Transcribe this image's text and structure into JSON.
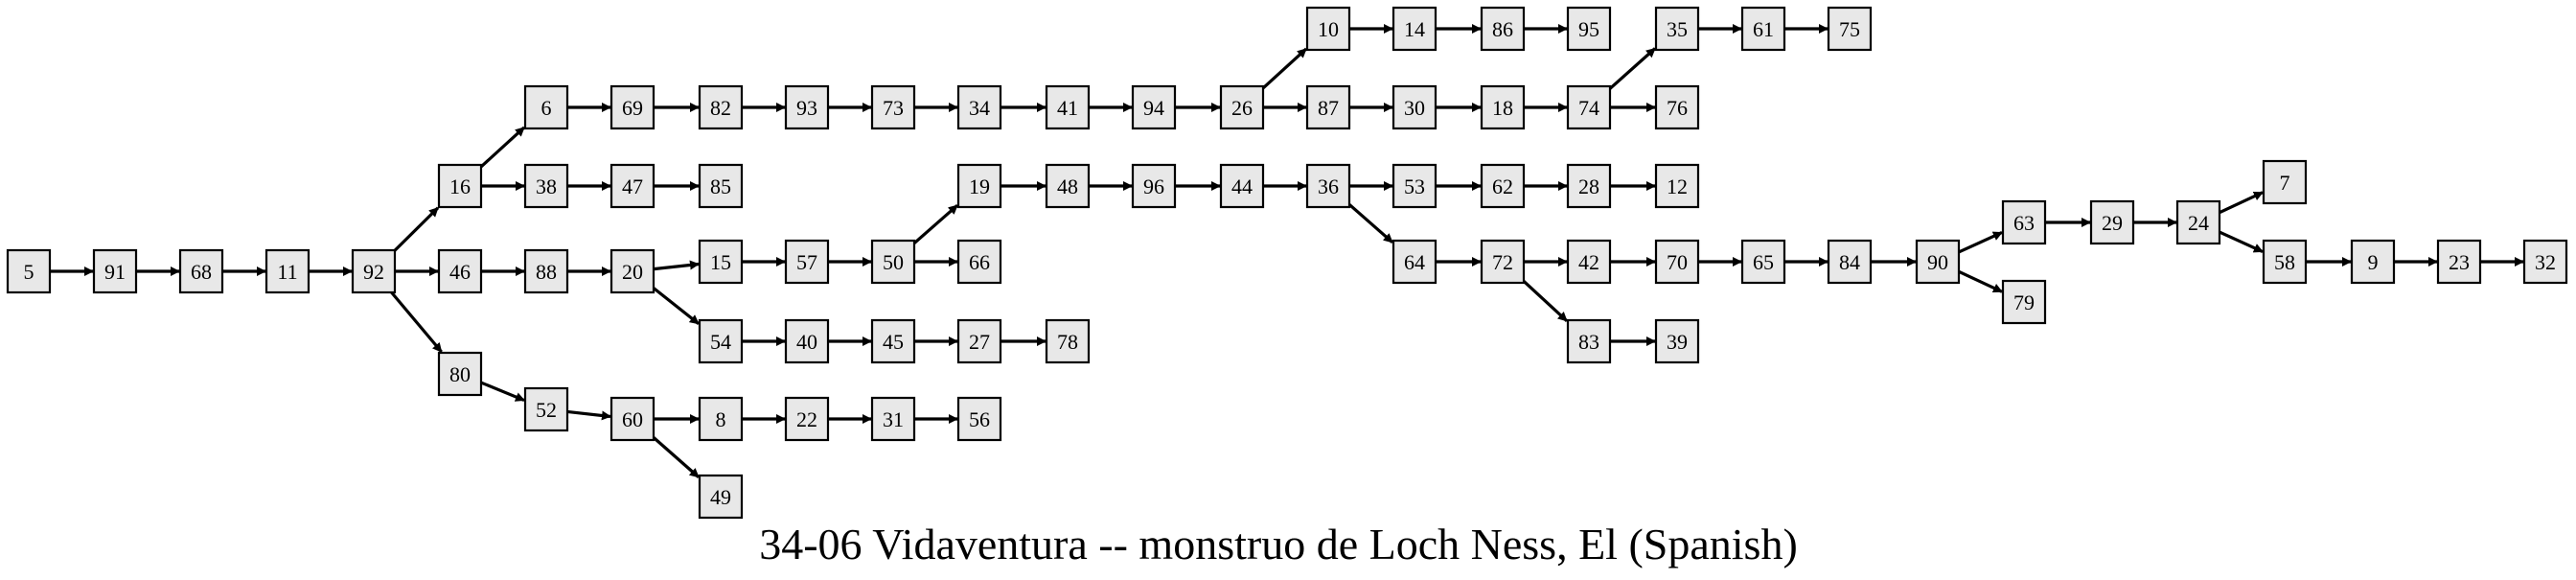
{
  "title": "34-06 Vidaventura -- monstruo de Loch Ness, El (Spanish)",
  "nodes": [
    "5",
    "91",
    "68",
    "11",
    "92",
    "16",
    "46",
    "80",
    "6",
    "38",
    "88",
    "52",
    "69",
    "47",
    "20",
    "60",
    "82",
    "85",
    "15",
    "54",
    "8",
    "49",
    "93",
    "57",
    "40",
    "22",
    "73",
    "50",
    "45",
    "31",
    "34",
    "19",
    "66",
    "27",
    "56",
    "41",
    "48",
    "78",
    "94",
    "96",
    "26",
    "44",
    "10",
    "87",
    "36",
    "14",
    "30",
    "53",
    "64",
    "86",
    "18",
    "62",
    "72",
    "95",
    "74",
    "28",
    "42",
    "83",
    "35",
    "76",
    "12",
    "70",
    "39",
    "61",
    "65",
    "75",
    "84",
    "90",
    "63",
    "79",
    "29",
    "24",
    "7",
    "58",
    "9",
    "23",
    "32"
  ],
  "edges": [
    [
      "5",
      "91"
    ],
    [
      "91",
      "68"
    ],
    [
      "68",
      "11"
    ],
    [
      "11",
      "92"
    ],
    [
      "92",
      "16"
    ],
    [
      "92",
      "46"
    ],
    [
      "92",
      "80"
    ],
    [
      "16",
      "6"
    ],
    [
      "16",
      "38"
    ],
    [
      "46",
      "88"
    ],
    [
      "80",
      "52"
    ],
    [
      "6",
      "69"
    ],
    [
      "38",
      "47"
    ],
    [
      "88",
      "20"
    ],
    [
      "52",
      "60"
    ],
    [
      "69",
      "82"
    ],
    [
      "47",
      "85"
    ],
    [
      "20",
      "15"
    ],
    [
      "20",
      "54"
    ],
    [
      "60",
      "8"
    ],
    [
      "60",
      "49"
    ],
    [
      "82",
      "93"
    ],
    [
      "15",
      "57"
    ],
    [
      "54",
      "40"
    ],
    [
      "8",
      "22"
    ],
    [
      "93",
      "73"
    ],
    [
      "57",
      "50"
    ],
    [
      "40",
      "45"
    ],
    [
      "22",
      "31"
    ],
    [
      "73",
      "34"
    ],
    [
      "50",
      "19"
    ],
    [
      "50",
      "66"
    ],
    [
      "45",
      "27"
    ],
    [
      "31",
      "56"
    ],
    [
      "34",
      "41"
    ],
    [
      "19",
      "48"
    ],
    [
      "27",
      "78"
    ],
    [
      "41",
      "94"
    ],
    [
      "48",
      "96"
    ],
    [
      "94",
      "26"
    ],
    [
      "96",
      "44"
    ],
    [
      "26",
      "10"
    ],
    [
      "26",
      "87"
    ],
    [
      "44",
      "36"
    ],
    [
      "10",
      "14"
    ],
    [
      "87",
      "30"
    ],
    [
      "36",
      "53"
    ],
    [
      "36",
      "64"
    ],
    [
      "14",
      "86"
    ],
    [
      "30",
      "18"
    ],
    [
      "53",
      "62"
    ],
    [
      "64",
      "72"
    ],
    [
      "86",
      "95"
    ],
    [
      "18",
      "74"
    ],
    [
      "62",
      "28"
    ],
    [
      "72",
      "42"
    ],
    [
      "72",
      "83"
    ],
    [
      "74",
      "35"
    ],
    [
      "74",
      "76"
    ],
    [
      "28",
      "12"
    ],
    [
      "42",
      "70"
    ],
    [
      "83",
      "39"
    ],
    [
      "35",
      "61"
    ],
    [
      "70",
      "65"
    ],
    [
      "61",
      "75"
    ],
    [
      "65",
      "84"
    ],
    [
      "84",
      "90"
    ],
    [
      "90",
      "63"
    ],
    [
      "90",
      "79"
    ],
    [
      "63",
      "29"
    ],
    [
      "29",
      "24"
    ],
    [
      "24",
      "7"
    ],
    [
      "24",
      "58"
    ],
    [
      "58",
      "9"
    ],
    [
      "9",
      "23"
    ],
    [
      "23",
      "32"
    ]
  ]
}
